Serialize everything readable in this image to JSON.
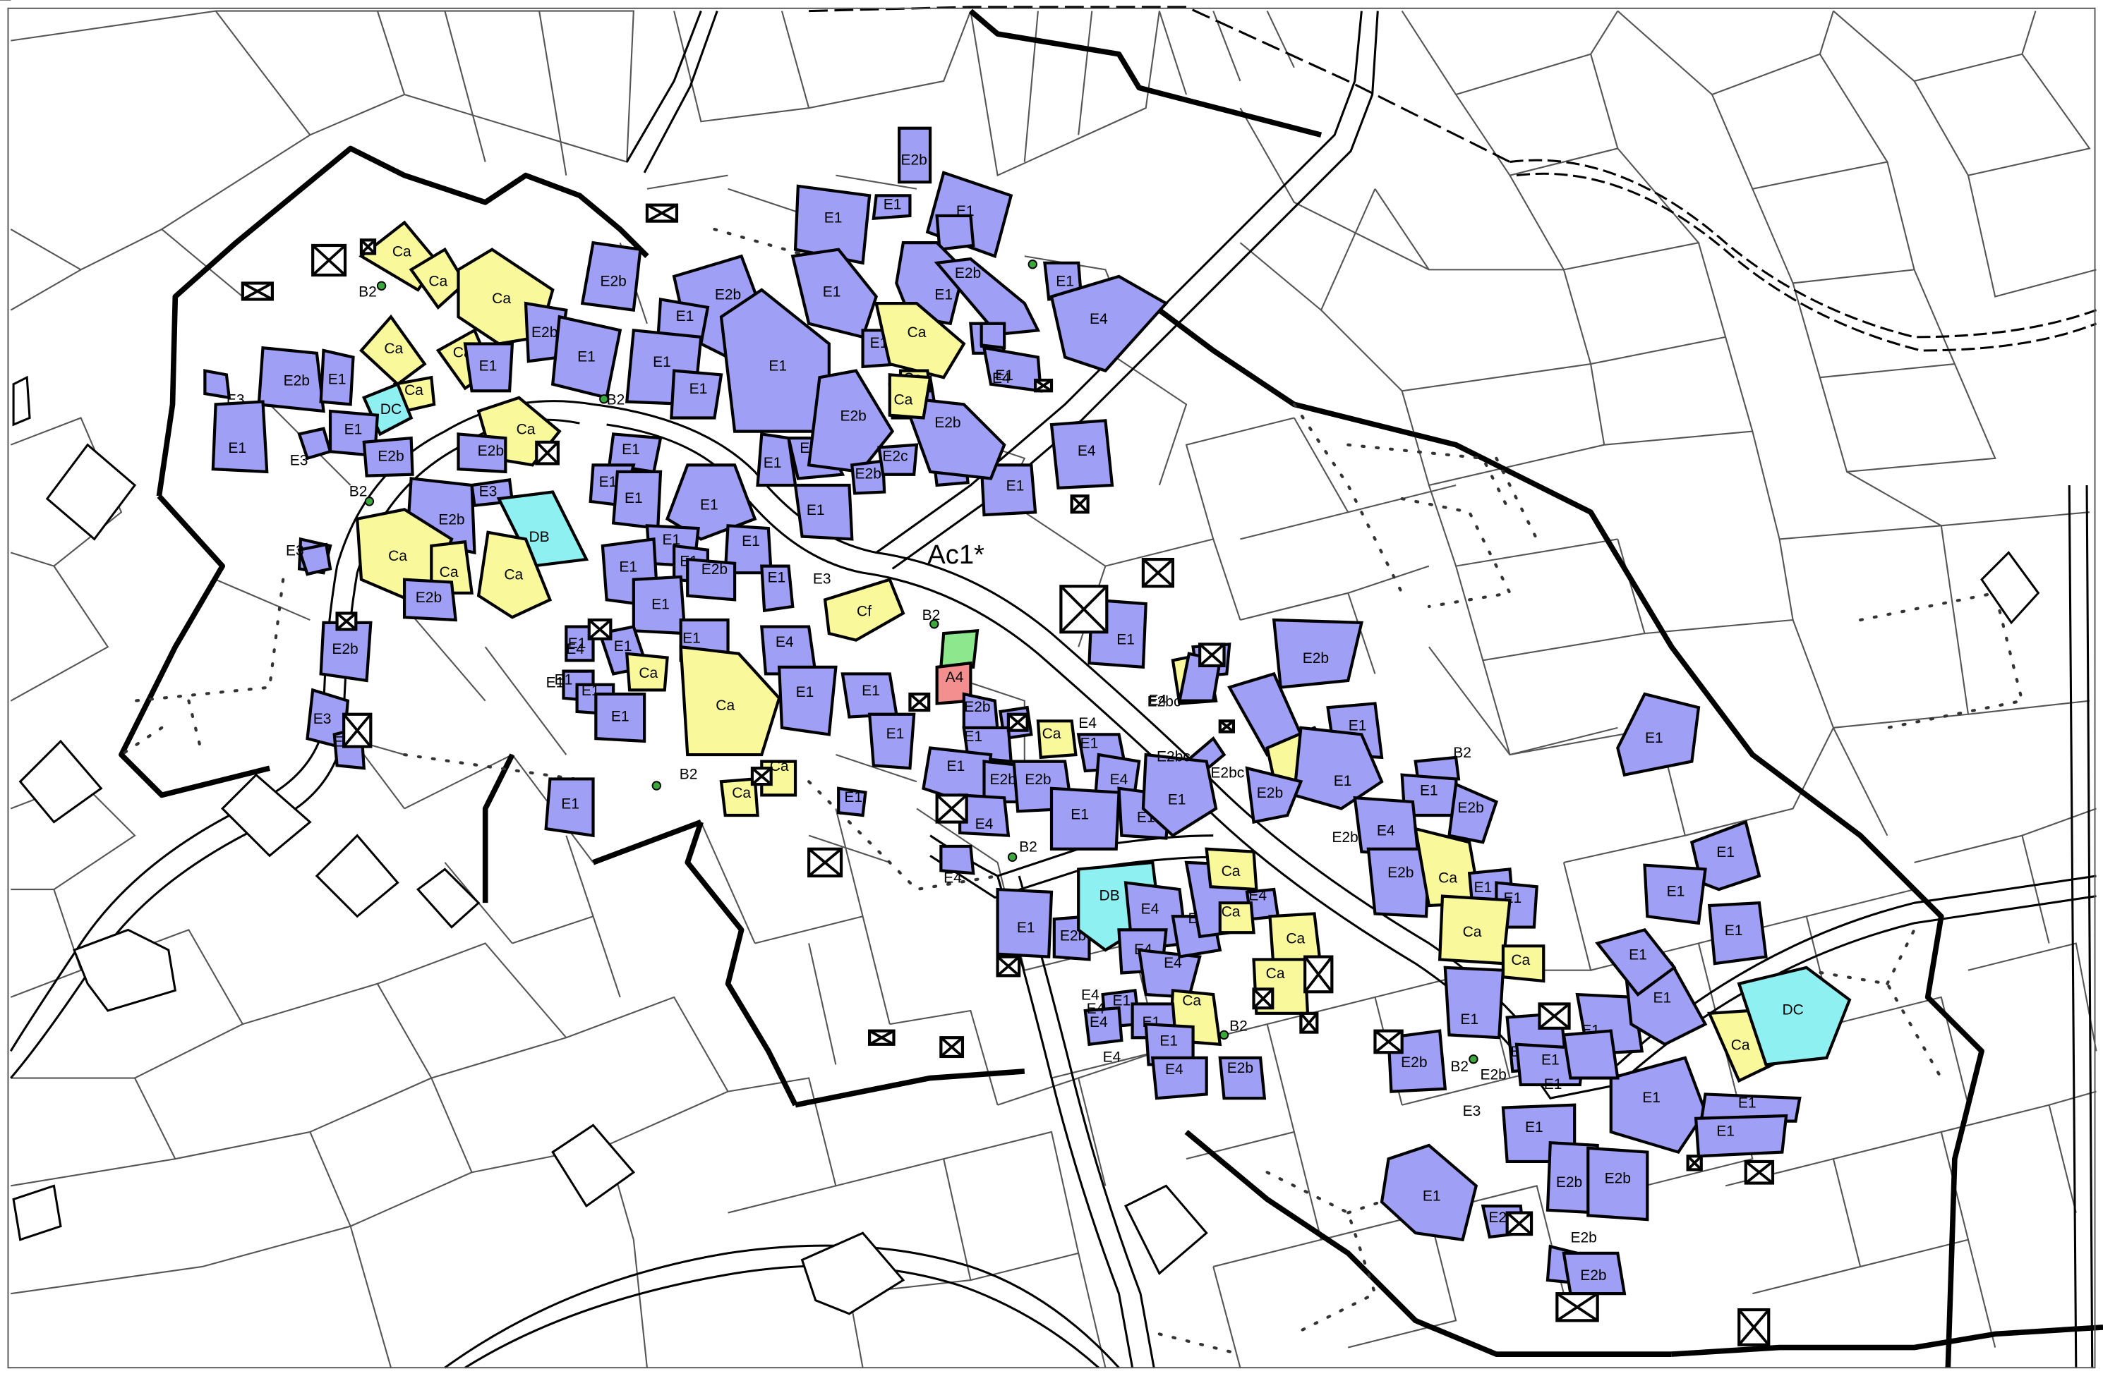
{
  "colors": {
    "E": "#9f9ff5",
    "C": "#f9f99c",
    "D": "#8ff0f2",
    "A": "#f38f8f",
    "green": "#8de88d"
  },
  "zone_label": "Ac1*",
  "labels": {
    "E1": "E1",
    "E2b": "E2b",
    "E2c": "E2c",
    "E2d": "E2d",
    "E2bc": "E2bc",
    "E3": "E3",
    "E4": "E4",
    "Ca": "Ca",
    "Cf": "Cf",
    "DB": "DB",
    "DC": "DC",
    "A4": "A4",
    "B2": "B2"
  },
  "buildings": [
    {
      "label": "E2b",
      "cls": "E"
    },
    {
      "label": "E1",
      "cls": "E"
    },
    {
      "label": "E1",
      "cls": "E"
    },
    {
      "label": "E1",
      "cls": "E"
    },
    {
      "label": "E2b",
      "cls": "E"
    },
    {
      "label": "Ca",
      "cls": "C"
    },
    {
      "label": "Ca",
      "cls": "C"
    },
    {
      "label": "Ca",
      "cls": "C"
    },
    {
      "label": "E2b",
      "cls": "E"
    },
    {
      "label": "E1",
      "cls": "E"
    },
    {
      "label": "Ca",
      "cls": "C"
    },
    {
      "label": "Ca",
      "cls": "C"
    },
    {
      "label": "E1",
      "cls": "E"
    },
    {
      "label": "E2b",
      "cls": "E"
    },
    {
      "label": "E1",
      "cls": "E"
    },
    {
      "label": "Ca",
      "cls": "C"
    },
    {
      "label": "DC",
      "cls": "D"
    },
    {
      "label": "E1",
      "cls": "E"
    },
    {
      "label": "E2b",
      "cls": "E"
    },
    {
      "label": "E1",
      "cls": "E"
    },
    {
      "label": "",
      "cls": "E"
    },
    {
      "label": "",
      "cls": "E"
    },
    {
      "label": "",
      "cls": "E"
    },
    {
      "label": "Ca",
      "cls": "C"
    },
    {
      "label": "E2b",
      "cls": "E"
    },
    {
      "label": "E3",
      "cls": "E"
    },
    {
      "label": "E2b",
      "cls": "E"
    },
    {
      "label": "DB",
      "cls": "D"
    },
    {
      "label": "Ca",
      "cls": "C"
    },
    {
      "label": "Ca",
      "cls": "C"
    },
    {
      "label": "Ca",
      "cls": "C"
    },
    {
      "label": "E2b",
      "cls": "E"
    },
    {
      "label": "E2b",
      "cls": "E"
    },
    {
      "label": "",
      "cls": "E"
    },
    {
      "label": "E3",
      "cls": "E"
    },
    {
      "label": "E3",
      "cls": "E"
    },
    {
      "label": "E1",
      "cls": "E"
    },
    {
      "label": "E1",
      "cls": "E"
    },
    {
      "label": "E1",
      "cls": "E"
    },
    {
      "label": "E1",
      "cls": "E"
    },
    {
      "label": "E1",
      "cls": "E"
    },
    {
      "label": "E1",
      "cls": "E"
    },
    {
      "label": "E1",
      "cls": "E"
    },
    {
      "label": "E1",
      "cls": "E"
    },
    {
      "label": "E1",
      "cls": "E"
    },
    {
      "label": "E1",
      "cls": "E"
    },
    {
      "label": "E2b",
      "cls": "E"
    },
    {
      "label": "E1",
      "cls": "E"
    },
    {
      "label": "E2b",
      "cls": "E"
    },
    {
      "label": "E1",
      "cls": "E"
    },
    {
      "label": "E1",
      "cls": "E"
    },
    {
      "label": "E1",
      "cls": "E"
    },
    {
      "label": "E1",
      "cls": "E"
    },
    {
      "label": "E1",
      "cls": "E"
    },
    {
      "label": "E1",
      "cls": "E"
    },
    {
      "label": "E1",
      "cls": "E"
    },
    {
      "label": "E1",
      "cls": "E"
    },
    {
      "label": "E1",
      "cls": "E"
    },
    {
      "label": "E2b",
      "cls": "E"
    },
    {
      "label": "E2b",
      "cls": "E"
    },
    {
      "label": "E2c",
      "cls": "E"
    },
    {
      "label": "E1",
      "cls": "E"
    },
    {
      "label": "E3",
      "cls": "E"
    },
    {
      "label": "E1",
      "cls": "E"
    },
    {
      "label": "E4",
      "cls": "E"
    },
    {
      "label": "E2b",
      "cls": "E"
    },
    {
      "label": "E2b",
      "cls": "E"
    },
    {
      "label": "E1",
      "cls": "E"
    },
    {
      "label": "E1",
      "cls": "E"
    },
    {
      "label": "E1",
      "cls": "E"
    },
    {
      "label": "E1",
      "cls": "E"
    },
    {
      "label": "E2b",
      "cls": "E"
    },
    {
      "label": "Ca",
      "cls": "C"
    },
    {
      "label": "Ca",
      "cls": "C"
    },
    {
      "label": "Ca",
      "cls": "C"
    },
    {
      "label": "E1",
      "cls": "E"
    },
    {
      "label": "E4",
      "cls": "E"
    },
    {
      "label": "E1",
      "cls": "E"
    },
    {
      "label": "Cf",
      "cls": "C"
    },
    {
      "label": "E2b",
      "cls": "E"
    },
    {
      "label": "E2b",
      "cls": "E"
    },
    {
      "label": "E2b",
      "cls": "E"
    },
    {
      "label": "",
      "cls": "E"
    },
    {
      "label": "E1",
      "cls": "E"
    },
    {
      "label": "Cf",
      "cls": "C"
    },
    {
      "label": "E1",
      "cls": "E"
    },
    {
      "label": "E2b",
      "cls": "E"
    },
    {
      "label": "E2b",
      "cls": "E"
    },
    {
      "label": "Cf",
      "cls": "C"
    },
    {
      "label": "",
      "cls": "green"
    },
    {
      "label": "A4",
      "cls": "A"
    },
    {
      "label": "E1",
      "cls": "E"
    },
    {
      "label": "E1",
      "cls": "E"
    },
    {
      "label": "E4",
      "cls": "E"
    },
    {
      "label": "E1",
      "cls": "E"
    },
    {
      "label": "E2b",
      "cls": "E"
    },
    {
      "label": "E2b",
      "cls": "E"
    },
    {
      "label": "Ca",
      "cls": "C"
    },
    {
      "label": "E1",
      "cls": "E"
    },
    {
      "label": "E1",
      "cls": "E"
    },
    {
      "label": "E2b",
      "cls": "E"
    },
    {
      "label": "E2b",
      "cls": "E"
    },
    {
      "label": "E1",
      "cls": "E"
    },
    {
      "label": "E4",
      "cls": "E"
    },
    {
      "label": "E1",
      "cls": "E"
    },
    {
      "label": "E1",
      "cls": "E"
    },
    {
      "label": "E1",
      "cls": "E"
    },
    {
      "label": "E4",
      "cls": "E"
    },
    {
      "label": "Ca",
      "cls": "C"
    },
    {
      "label": "Ca",
      "cls": "C"
    },
    {
      "label": "Ca",
      "cls": "C"
    },
    {
      "label": "E1",
      "cls": "E"
    },
    {
      "label": "E1",
      "cls": "E"
    },
    {
      "label": "E2b",
      "cls": "E"
    },
    {
      "label": "E1",
      "cls": "E"
    },
    {
      "label": "E1",
      "cls": "E"
    },
    {
      "label": "E1",
      "cls": "E"
    },
    {
      "label": "Ca",
      "cls": "C"
    },
    {
      "label": "E1",
      "cls": "E"
    },
    {
      "label": "E1",
      "cls": "E"
    },
    {
      "label": "E1",
      "cls": "E"
    },
    {
      "label": "E2b",
      "cls": "E"
    },
    {
      "label": "DB",
      "cls": "D"
    },
    {
      "label": "E4",
      "cls": "E"
    },
    {
      "label": "E4",
      "cls": "E"
    },
    {
      "label": "E4",
      "cls": "E"
    },
    {
      "label": "E4",
      "cls": "E"
    },
    {
      "label": "E2b",
      "cls": "E"
    },
    {
      "label": "E4",
      "cls": "E"
    },
    {
      "label": "Ca",
      "cls": "C"
    },
    {
      "label": "Ca",
      "cls": "C"
    },
    {
      "label": "Ca",
      "cls": "C"
    },
    {
      "label": "Ca",
      "cls": "C"
    },
    {
      "label": "Ca",
      "cls": "C"
    },
    {
      "label": "E2b",
      "cls": "E"
    },
    {
      "label": "E1",
      "cls": "E"
    },
    {
      "label": "E4",
      "cls": "E"
    },
    {
      "label": "E1",
      "cls": "E"
    },
    {
      "label": "E1",
      "cls": "E"
    },
    {
      "label": "E4",
      "cls": "E"
    },
    {
      "label": "E2b",
      "cls": "E"
    },
    {
      "label": "E2b",
      "cls": "E"
    },
    {
      "label": "E1",
      "cls": "E"
    },
    {
      "label": "E2b",
      "cls": "E"
    },
    {
      "label": "E4",
      "cls": "E"
    },
    {
      "label": "E2b",
      "cls": "E"
    },
    {
      "label": "Ca",
      "cls": "C"
    },
    {
      "label": "E1",
      "cls": "E"
    },
    {
      "label": "E1",
      "cls": "E"
    },
    {
      "label": "Ca",
      "cls": "C"
    },
    {
      "label": "Ca",
      "cls": "C"
    },
    {
      "label": "E1",
      "cls": "E"
    },
    {
      "label": "E1",
      "cls": "E"
    },
    {
      "label": "E2bc",
      "cls": "E"
    },
    {
      "label": "E1",
      "cls": "E"
    },
    {
      "label": "E1",
      "cls": "E"
    },
    {
      "label": "E1",
      "cls": "E"
    },
    {
      "label": "Ca",
      "cls": "C"
    },
    {
      "label": "DC",
      "cls": "D"
    },
    {
      "label": "E1",
      "cls": "E"
    },
    {
      "label": "E1",
      "cls": "E"
    },
    {
      "label": "E1",
      "cls": "E"
    },
    {
      "label": "E1",
      "cls": "E"
    },
    {
      "label": "E1",
      "cls": "E"
    },
    {
      "label": "E1",
      "cls": "E"
    },
    {
      "label": "E1",
      "cls": "E"
    },
    {
      "label": "E1",
      "cls": "E"
    },
    {
      "label": "E2b",
      "cls": "E"
    },
    {
      "label": "E2b",
      "cls": "E"
    },
    {
      "label": "E1",
      "cls": "E"
    },
    {
      "label": "E2d",
      "cls": "E"
    },
    {
      "label": "E4",
      "cls": "E"
    },
    {
      "label": "E2b",
      "cls": "E"
    },
    {
      "label": "E1",
      "cls": "E"
    },
    {
      "label": "E1",
      "cls": "E"
    }
  ],
  "annotations": [
    "E3",
    "E3",
    "E3",
    "B2",
    "B2",
    "B2",
    "B2",
    "E3",
    "E1",
    "E4",
    "E4",
    "B2",
    "E2bc",
    "E2bc",
    "B2",
    "E2bc",
    "E2b",
    "E4",
    "B2",
    "E4",
    "E4",
    "E4",
    "B2",
    "B2",
    "E2b",
    "E3",
    "E2b",
    "E4",
    "E4"
  ]
}
